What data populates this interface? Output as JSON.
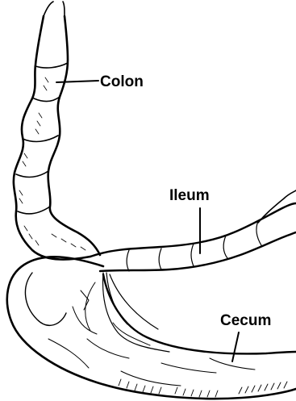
{
  "labels": {
    "colon": "Colon",
    "ileum": "Ileum",
    "cecum": "Cecum"
  },
  "colors": {
    "ink": "#000000",
    "background": "#ffffff"
  }
}
